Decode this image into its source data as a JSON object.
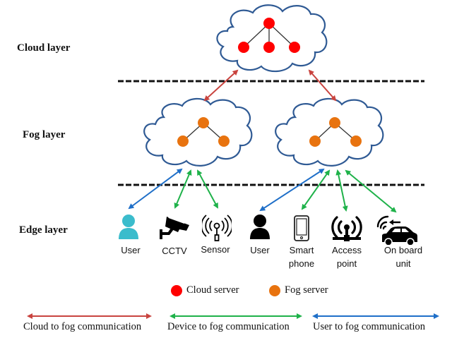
{
  "layers": {
    "cloud": "Cloud layer",
    "fog": "Fog layer",
    "edge": "Edge layer"
  },
  "devices": [
    {
      "id": "user-1",
      "label": "User",
      "icon": "user-icon",
      "color": "#3bbccc"
    },
    {
      "id": "cctv",
      "label": "CCTV",
      "icon": "cctv-camera-icon",
      "color": "#000000"
    },
    {
      "id": "sensor",
      "label": "Sensor",
      "icon": "sensor-antenna-icon",
      "color": "#000000"
    },
    {
      "id": "user-2",
      "label": "User",
      "icon": "user-icon",
      "color": "#000000"
    },
    {
      "id": "smartphone",
      "label": "Smart phone",
      "line1": "Smart",
      "line2": "phone",
      "icon": "smartphone-icon",
      "color": "#000000"
    },
    {
      "id": "access-point",
      "label": "Access point",
      "line1": "Access",
      "line2": "point",
      "icon": "access-point-icon",
      "color": "#000000"
    },
    {
      "id": "on-board-unit",
      "label": "On board unit",
      "line1": "On board",
      "line2": "unit",
      "icon": "car-icon",
      "color": "#000000"
    }
  ],
  "servers": {
    "cloud_count": 4,
    "fog_per_cloud": 3
  },
  "legend": {
    "cloud_server": "Cloud server",
    "fog_server": "Fog server",
    "cloud_to_fog": "Cloud to fog communication",
    "device_to_fog": "Device to fog communication",
    "user_to_fog": "User to fog communication"
  },
  "colors": {
    "cloud_server": "#ff0000",
    "fog_server": "#e8730f",
    "cloud_outline": "#2f5a94",
    "cloud_to_fog": "#c9443f",
    "device_to_fog": "#1fb24a",
    "user_to_fog": "#1f6fc8",
    "dash": "#111111"
  }
}
